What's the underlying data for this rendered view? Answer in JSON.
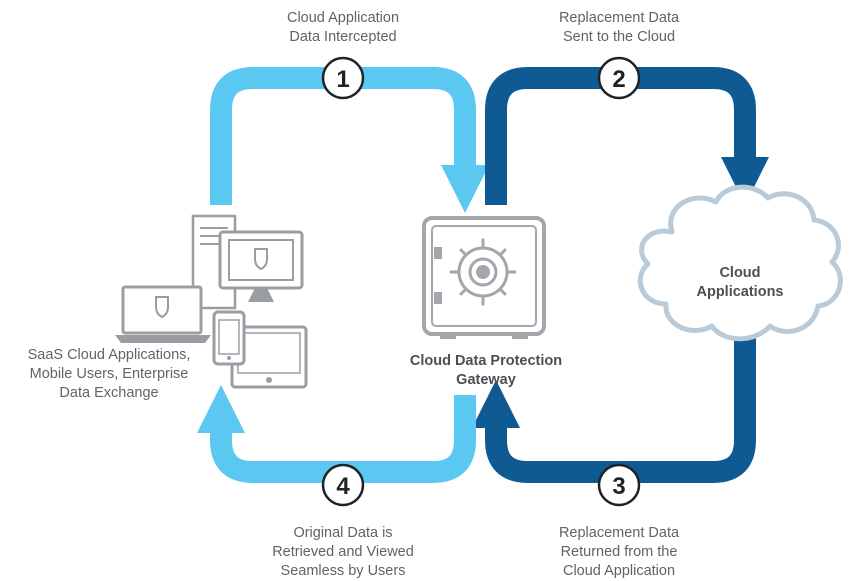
{
  "steps": [
    {
      "number": "1",
      "lines": [
        "Cloud Application",
        "Data Intercepted"
      ]
    },
    {
      "number": "2",
      "lines": [
        "Replacement Data",
        "Sent to the Cloud"
      ]
    },
    {
      "number": "3",
      "lines": [
        "Replacement Data",
        "Returned from the",
        "Cloud Application"
      ]
    },
    {
      "number": "4",
      "lines": [
        "Original Data is",
        "Retrieved and Viewed",
        "Seamless by Users"
      ]
    }
  ],
  "nodes": {
    "users": {
      "lines": [
        "SaaS Cloud Applications,",
        "Mobile Users, Enterprise",
        "Data Exchange"
      ]
    },
    "gateway": {
      "lines": [
        "Cloud Data Protection",
        "Gateway"
      ]
    },
    "cloud": {
      "lines": [
        "Cloud",
        "Applications"
      ]
    }
  },
  "colors": {
    "light_blue": "#5bc8f2",
    "dark_blue": "#105a94",
    "device_gray": "#9a9ea3",
    "safe_gray": "#a3a6aa",
    "cloud_fill": "#ffffff",
    "cloud_stroke": "#b9cad8"
  },
  "icons": [
    "server-icon",
    "monitor-icon",
    "laptop-icon",
    "phone-icon",
    "tablet-icon",
    "shield-icon",
    "safe-icon",
    "cloud-icon"
  ]
}
